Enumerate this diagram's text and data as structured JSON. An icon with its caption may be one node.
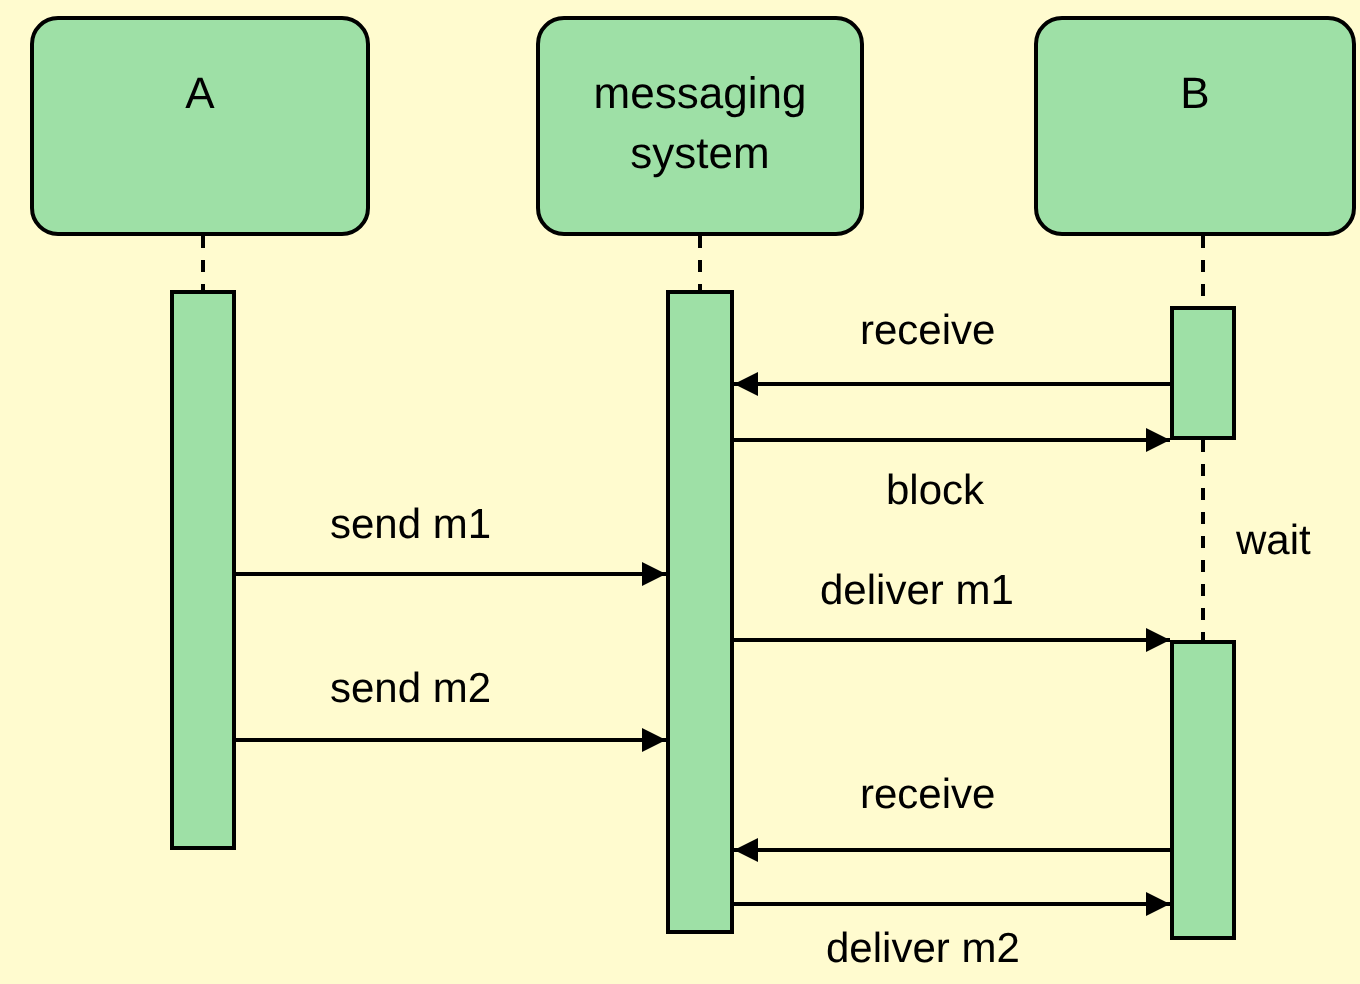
{
  "diagram": {
    "nodes": [
      {
        "text": [
          "A"
        ]
      },
      {
        "text": [
          "messaging system"
        ]
      },
      {
        "text": [
          "B"
        ]
      },
      {
        "text": [],
        "shape": "bar"
      },
      {
        "text": [],
        "shape": "bar"
      },
      {
        "text": [],
        "shape": "bar"
      },
      {
        "text": [],
        "shape": "bar"
      }
    ],
    "edges": [
      {
        "from": 0,
        "to": 3,
        "arrow": "none",
        "style": "dashed"
      },
      {
        "from": 1,
        "to": 4,
        "arrow": "none",
        "style": "dashed"
      },
      {
        "from": 2,
        "to": 5,
        "arrow": "none",
        "style": "dashed"
      },
      {
        "from": 5,
        "to": 6,
        "arrow": "none",
        "style": "dashed",
        "label": "wait"
      },
      {
        "from": 5,
        "to": 4,
        "arrow": "to",
        "label": "receive"
      },
      {
        "from": 4,
        "to": 5,
        "arrow": "to",
        "label": "block"
      },
      {
        "from": 3,
        "to": 4,
        "arrow": "to",
        "label": "send m1"
      },
      {
        "from": 4,
        "to": 6,
        "arrow": "to",
        "label": "deliver m1"
      },
      {
        "from": 3,
        "to": 4,
        "arrow": "to",
        "label": "send m2"
      },
      {
        "from": 6,
        "to": 4,
        "arrow": "to",
        "label": "receive"
      },
      {
        "from": 4,
        "to": 6,
        "arrow": "to",
        "label": "deliver m2"
      }
    ]
  }
}
